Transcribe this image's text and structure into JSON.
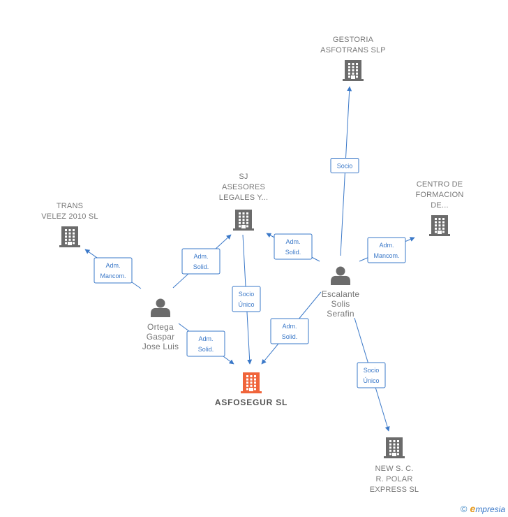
{
  "nodes": [
    {
      "id": "asfosegur",
      "type": "company",
      "main": true,
      "lines": [
        "ASFOSEGUR SL"
      ]
    },
    {
      "id": "gestoria",
      "type": "company",
      "lines": [
        "GESTORIA",
        "ASFOTRANS SLP"
      ]
    },
    {
      "id": "sj",
      "type": "company",
      "lines": [
        "SJ",
        "ASESORES",
        "LEGALES Y..."
      ]
    },
    {
      "id": "trans",
      "type": "company",
      "lines": [
        "TRANS",
        "VELEZ 2010 SL"
      ]
    },
    {
      "id": "centro",
      "type": "company",
      "lines": [
        "CENTRO DE",
        "FORMACION",
        "DE..."
      ]
    },
    {
      "id": "news",
      "type": "company",
      "lines": [
        "NEW S.  C.",
        "R. POLAR",
        "EXPRESS SL"
      ]
    },
    {
      "id": "escalante",
      "type": "person",
      "lines": [
        "Escalante",
        "Solis",
        "Serafin"
      ]
    },
    {
      "id": "ortega",
      "type": "person",
      "lines": [
        "Ortega",
        "Gaspar",
        "Jose Luis"
      ]
    }
  ],
  "edges": [
    {
      "id": "e-escalante-gestoria",
      "from": "escalante",
      "to": "gestoria",
      "lines": [
        "Socio"
      ]
    },
    {
      "id": "e-escalante-sj",
      "from": "escalante",
      "to": "sj",
      "lines": [
        "Adm.",
        "Solid."
      ]
    },
    {
      "id": "e-escalante-centro",
      "from": "escalante",
      "to": "centro",
      "lines": [
        "Adm.",
        "Mancom."
      ]
    },
    {
      "id": "e-escalante-asfosegur",
      "from": "escalante",
      "to": "asfosegur",
      "lines": [
        "Adm.",
        "Solid."
      ]
    },
    {
      "id": "e-escalante-news",
      "from": "escalante",
      "to": "news",
      "lines": [
        "Socio",
        "Único"
      ]
    },
    {
      "id": "e-sj-asfosegur",
      "from": "sj",
      "to": "asfosegur",
      "lines": [
        "Socio",
        "Único"
      ]
    },
    {
      "id": "e-ortega-sj",
      "from": "ortega",
      "to": "sj",
      "lines": [
        "Adm.",
        "Solid."
      ]
    },
    {
      "id": "e-ortega-trans",
      "from": "ortega",
      "to": "trans",
      "lines": [
        "Adm.",
        "Mancom."
      ]
    },
    {
      "id": "e-ortega-asfosegur",
      "from": "ortega",
      "to": "asfosegur",
      "lines": [
        "Adm.",
        "Solid."
      ]
    }
  ],
  "colors": {
    "company": "#6b6b6b",
    "main_company": "#f0643a",
    "person": "#6b6b6b",
    "edge": "#3a78c8"
  },
  "footer": {
    "copyright_symbol": "©",
    "brand_initial": "e",
    "brand_rest": "mpresia"
  }
}
